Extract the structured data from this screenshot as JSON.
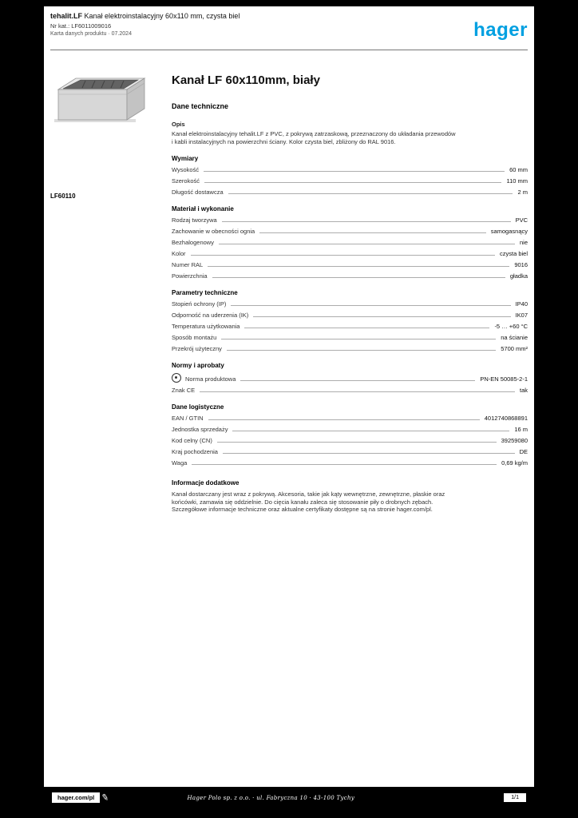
{
  "header": {
    "title_bold": "tehalit.LF",
    "title_rest": " Kanał elektroinstalacyjny 60x110 mm, czysta biel",
    "subtitle": "Nr kat.: LF6011009016",
    "docinfo": "Karta danych produktu · 07.2024"
  },
  "logo": {
    "text": "hager",
    "color": "#00A0E1"
  },
  "side_code": "LF60110",
  "product": {
    "title": "Kanał LF 60x110mm, biały",
    "tech_heading": "Dane techniczne"
  },
  "description": {
    "label": "Opis",
    "lines": [
      "Kanał elektroinstalacyjny tehalit.LF z PVC, z pokrywą zatrzaskową, przeznaczony do układania przewodów",
      "i kabli instalacyjnych na powierzchni ściany. Kolor czysta biel, zbliżony do RAL 9016."
    ]
  },
  "sections": [
    {
      "header": "Wymiary",
      "rows": [
        {
          "label": "Wysokość",
          "value": "60 mm"
        },
        {
          "label": "Szerokość",
          "value": "110 mm"
        },
        {
          "label": "Długość dostawcza",
          "value": "2 m"
        }
      ]
    },
    {
      "header": "Materiał i wykonanie",
      "rows": [
        {
          "label": "Rodzaj tworzywa",
          "value": "PVC"
        },
        {
          "label": "Zachowanie w obecności ognia",
          "value": "samogasnący"
        },
        {
          "label": "Bezhalogenowy",
          "value": "nie"
        },
        {
          "label": "Kolor",
          "value": "czysta biel"
        },
        {
          "label": "Numer RAL",
          "value": "9016"
        },
        {
          "label": "Powierzchnia",
          "value": "gładka"
        }
      ]
    },
    {
      "header": "Parametry techniczne",
      "rows": [
        {
          "label": "Stopień ochrony (IP)",
          "value": "IP40"
        },
        {
          "label": "Odporność na uderzenia (IK)",
          "value": "IK07"
        },
        {
          "label": "Temperatura użytkowania",
          "value": "-5 … +60 °C"
        },
        {
          "label": "Sposób montażu",
          "value": "na ścianie"
        },
        {
          "label": "Przekrój użyteczny",
          "value": "5700 mm²"
        }
      ]
    },
    {
      "header": "Normy i aprobaty",
      "rows": [
        {
          "label": "Norma produktowa",
          "value": "PN-EN 50085-2-1",
          "icon": true
        },
        {
          "label": "Znak CE",
          "value": "tak"
        }
      ]
    },
    {
      "header": "Dane logistyczne",
      "rows": [
        {
          "label": "EAN / GTIN",
          "value": "4012740868891"
        },
        {
          "label": "Jednostka sprzedaży",
          "value": "16 m"
        },
        {
          "label": "Kod celny (CN)",
          "value": "39259080"
        },
        {
          "label": "Kraj pochodzenia",
          "value": "DE"
        },
        {
          "label": "Waga",
          "value": "0,69 kg/m"
        }
      ]
    }
  ],
  "notes": {
    "heading": "Informacje dodatkowe",
    "lines": [
      "Kanał dostarczany jest wraz z pokrywą. Akcesoria, takie jak kąty wewnętrzne, zewnętrzne, płaskie oraz",
      "końcówki, zamawia się oddzielnie. Do cięcia kanału zaleca się stosowanie piły o drobnych zębach.",
      "Szczegółowe informacje techniczne oraz aktualne certyfikaty dostępne są na stronie hager.com/pl."
    ]
  },
  "footer": {
    "site": "hager.com/pl",
    "center": "Hager Polo sp. z o.o. · ul. Fabryczna 10 · 43-100 Tychy",
    "page": "1/1"
  }
}
